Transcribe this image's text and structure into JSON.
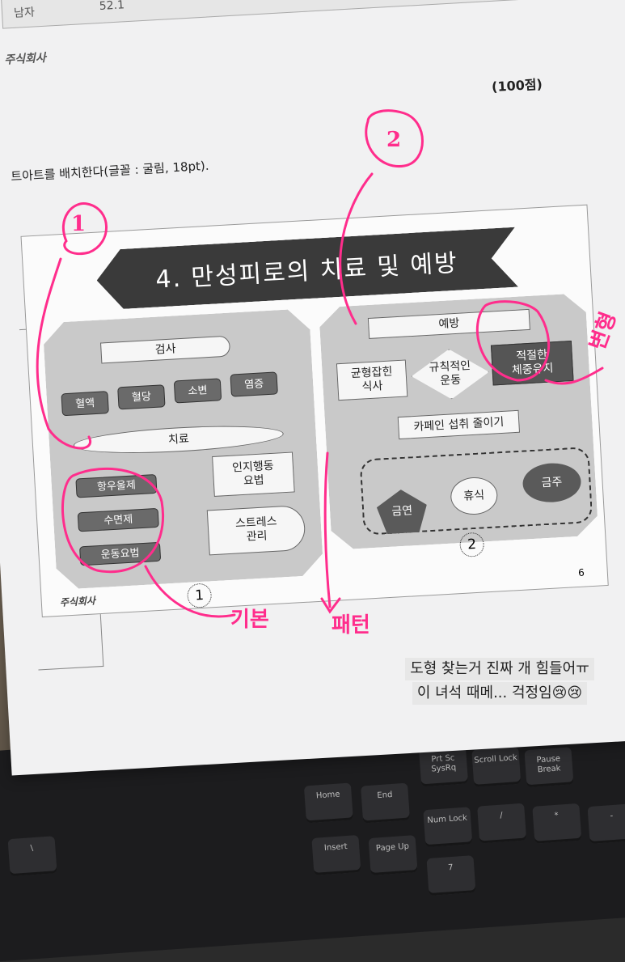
{
  "paper": {
    "top_row_label": "남자",
    "top_row_value": "52.1",
    "brand": "주식회사",
    "score": "(100점)",
    "instruction": "트아트를 배치한다(글꼴 : 굴림, 18pt)."
  },
  "slide": {
    "title": "4. 만성피로의 치료 및 예방",
    "left": {
      "exam_label": "검사",
      "tests": [
        "혈액",
        "혈당",
        "소변",
        "염증"
      ],
      "treat_label": "치료",
      "drugs": [
        "항우울제",
        "수면제",
        "운동요법"
      ],
      "cbt": "인지행동\n요법",
      "stress": "스트레스\n관리"
    },
    "right": {
      "prevent_label": "예방",
      "diet": "균형잡힌\n식사",
      "exercise": "규칙적인\n운동",
      "weight": "적절한\n체중유지",
      "caffeine": "카페인 섭취 줄이기",
      "quit_smoking": "금연",
      "rest": "휴식",
      "quit_drinking": "금주"
    },
    "circle_num_1": "1",
    "circle_num_2": "2",
    "page_number": "6",
    "brand": "주식회사"
  },
  "annotations": {
    "mark_1": "1",
    "mark_2": "2",
    "word_1": "기본",
    "word_2": "패턴",
    "word_3": "변형",
    "color": "#ff2d8c"
  },
  "keyboard": {
    "keys": [
      "Home",
      "End",
      "Insert",
      "Page Up",
      "Num Lock",
      "Scroll Lock",
      "Pause Break",
      "Prt Sc SysRq",
      "7",
      "*",
      "/",
      "-",
      "\\"
    ]
  },
  "caption": {
    "line1": "도형 찾는거 진짜 개 힘들어ㅠ",
    "line2": "이 녀석 때메... 걱정임😢😢"
  }
}
